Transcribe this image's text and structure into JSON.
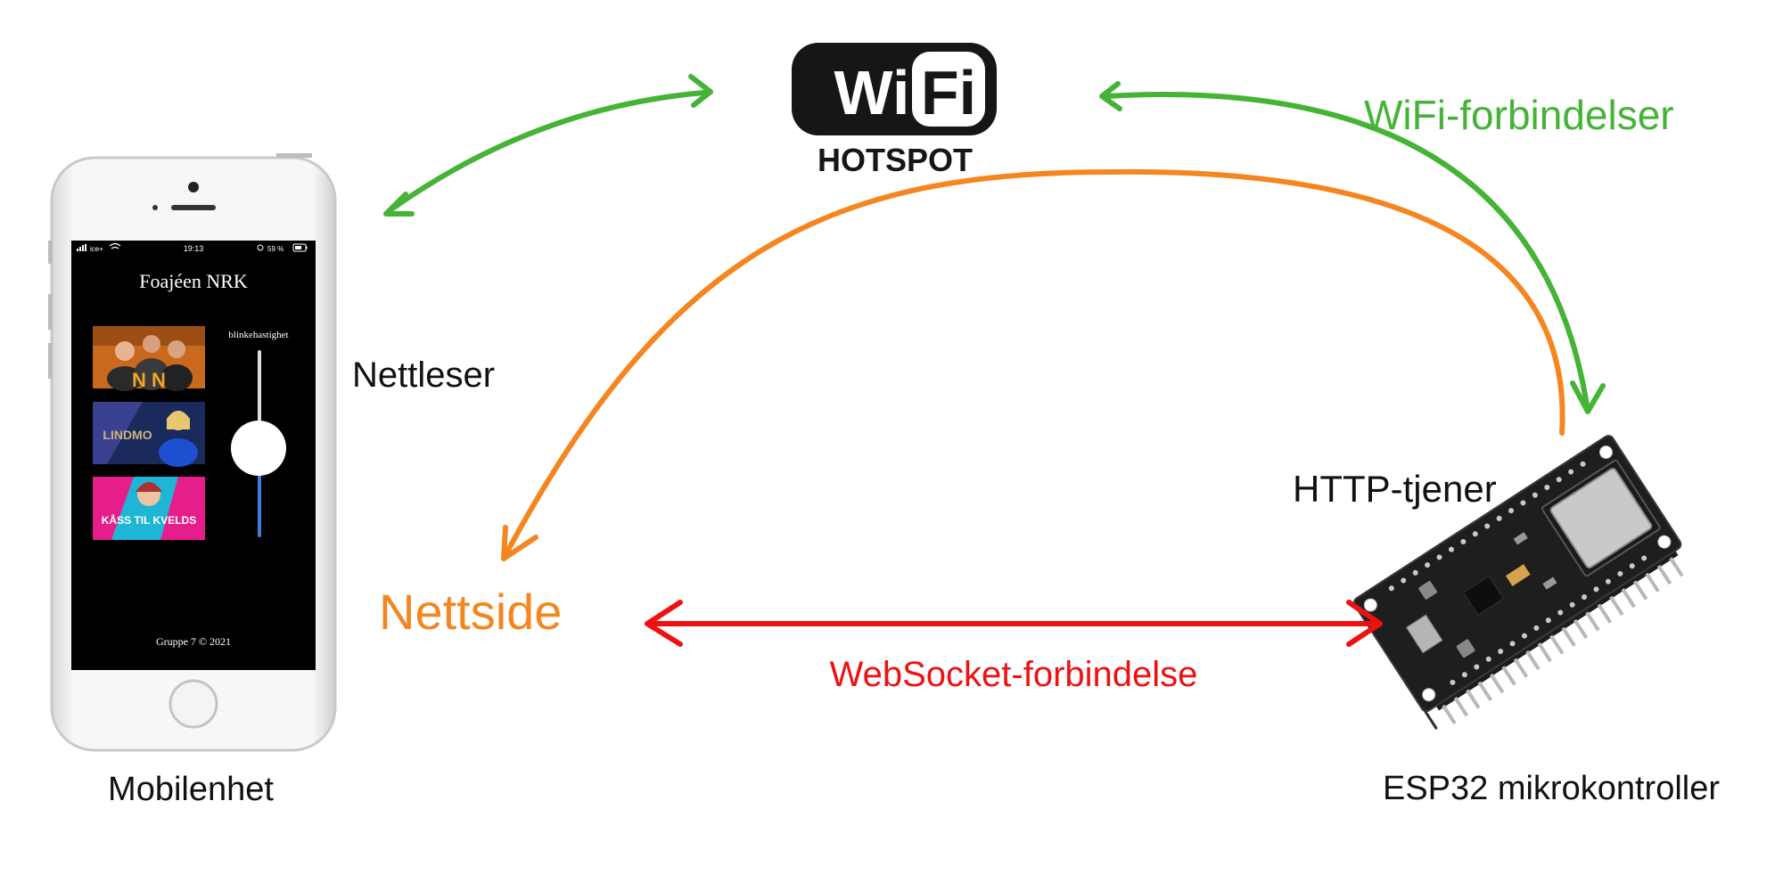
{
  "labels": {
    "mobile_device": "Mobilenhet",
    "browser": "Nettleser",
    "website": "Nettside",
    "http_server": "HTTP-tjener",
    "esp32": "ESP32 mikrokontroller",
    "wifi_connections": "WiFi-forbindelser",
    "websocket_connection": "WebSocket-forbindelse"
  },
  "wifi_logo": {
    "word_left": "Wi",
    "word_right": "Fi",
    "caption": "HOTSPOT"
  },
  "phone_screen": {
    "carrier": "ice+",
    "time": "19:13",
    "battery": "59 %",
    "title": "Foajéen NRK",
    "slider_label": "blinkehastighet",
    "thumbnails": [
      {
        "text": "N N"
      },
      {
        "text": "LINDMO"
      },
      {
        "text": "KÅSS TIL KVELDS"
      }
    ],
    "footer": "Gruppe 7 © 2021"
  },
  "colors": {
    "wifi_arrow": "#44b336",
    "http_arrow": "#f5861f",
    "websocket_arrow": "#ee1111",
    "website_text": "#f5861f"
  }
}
